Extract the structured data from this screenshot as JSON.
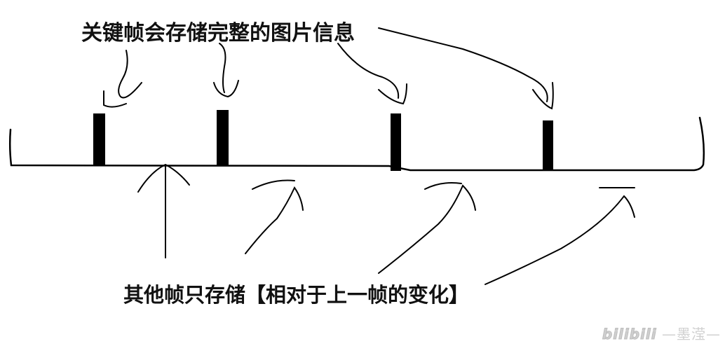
{
  "labels": {
    "keyframe_note": "关键帧会存储完整的图片信息",
    "other_frames_note": "其他帧只存储【相对于上一帧的变化】"
  },
  "watermark": {
    "logo": "bilibili",
    "author": "—墨滢—"
  },
  "colors": {
    "ink": "#000000",
    "background": "#ffffff",
    "watermark": "#d0d0d0"
  }
}
